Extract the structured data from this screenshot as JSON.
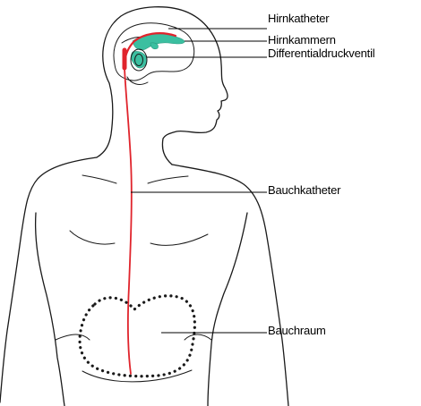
{
  "diagram": {
    "labels": {
      "brain_catheter": "Hirnkatheter",
      "brain_ventricles": "Hirnkammern",
      "valve": "Differentialdruckventil",
      "abdominal_catheter": "Bauchkatheter",
      "abdominal_cavity": "Bauchraum"
    },
    "colors": {
      "outline": "#1a1a1a",
      "catheter": "#e0242c",
      "ventricles": "#3bbfa0",
      "leader_line": "#000000",
      "cavity_dots": "#1a1a1a",
      "background": "#ffffff"
    }
  }
}
